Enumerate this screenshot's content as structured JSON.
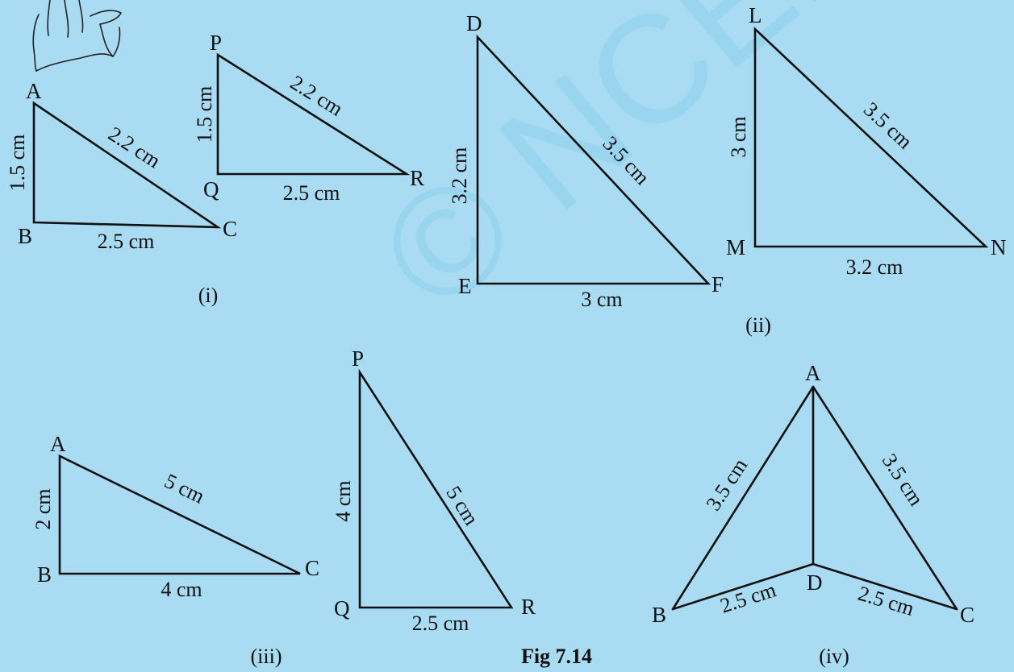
{
  "figure_title": "Fig 7.14",
  "captions": {
    "i": "(i)",
    "ii": "(ii)",
    "iii": "(iii)",
    "iv": "(iv)"
  },
  "watermark": "© NCERT not to be republished",
  "colors": {
    "background": "#a9dcf3",
    "stroke": "#111111"
  },
  "vertices": {
    "i_A": "A",
    "i_B": "B",
    "i_C": "C",
    "i_P": "P",
    "i_Q": "Q",
    "i_R": "R",
    "ii_D": "D",
    "ii_E": "E",
    "ii_F": "F",
    "ii_L": "L",
    "ii_M": "M",
    "ii_N": "N",
    "iii_A": "A",
    "iii_B": "B",
    "iii_C": "C",
    "iii_P": "P",
    "iii_Q": "Q",
    "iii_R": "R",
    "iv_A": "A",
    "iv_B": "B",
    "iv_C": "C",
    "iv_D": "D"
  },
  "measures": {
    "i_AB": "1.5 cm",
    "i_AC": "2.2 cm",
    "i_BC": "2.5 cm",
    "i_PQ": "1.5 cm",
    "i_PR": "2.2 cm",
    "i_QR": "2.5 cm",
    "ii_DE": "3.2 cm",
    "ii_DF": "3.5 cm",
    "ii_EF": "3 cm",
    "ii_LM": "3 cm",
    "ii_LN": "3.5 cm",
    "ii_MN": "3.2 cm",
    "iii_AB": "2 cm",
    "iii_AC": "5 cm",
    "iii_BC": "4 cm",
    "iii_PQ": "4 cm",
    "iii_PR": "5 cm",
    "iii_QR": "2.5 cm",
    "iv_AB": "3.5 cm",
    "iv_AC": "3.5 cm",
    "iv_BD": "2.5 cm",
    "iv_DC": "2.5 cm"
  }
}
